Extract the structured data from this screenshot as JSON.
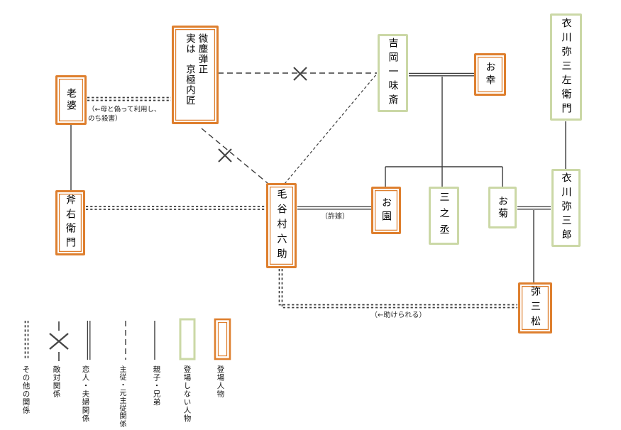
{
  "diagram": {
    "nodes": [
      {
        "id": "rouba",
        "label": "老婆",
        "type": "登場人物"
      },
      {
        "id": "kyogoku-naiki",
        "label": "微塵弾正",
        "sublabel": "実は　京極内匠",
        "type": "登場人物"
      },
      {
        "id": "yoshioka-ichimisai",
        "label": "吉岡一味斎",
        "type": "登場しない人物"
      },
      {
        "id": "okou",
        "label": "お幸",
        "type": "登場人物"
      },
      {
        "id": "kinugawa-yasozaemon",
        "label": "衣川弥三左衛門",
        "type": "登場しない人物"
      },
      {
        "id": "onoemon",
        "label": "斧右衛門",
        "type": "登場人物"
      },
      {
        "id": "keyamura-rokusuke",
        "label": "毛谷村六助",
        "type": "登場人物"
      },
      {
        "id": "osono",
        "label": "お園",
        "type": "登場人物"
      },
      {
        "id": "sannojo",
        "label": "三之丞",
        "type": "登場しない人物"
      },
      {
        "id": "okiku",
        "label": "お菊",
        "type": "登場しない人物"
      },
      {
        "id": "kinugawa-yasaburo",
        "label": "衣川弥三郎",
        "type": "登場しない人物"
      },
      {
        "id": "yasomatsu",
        "label": "弥三松",
        "type": "登場人物"
      }
    ],
    "annotations": {
      "mother_note_line1": "（←母と偽って利用し、",
      "mother_note_line2": "のち殺害）",
      "fiancee_note": "（許嫁）",
      "helped_note": "（←助けられる）"
    },
    "legend": [
      {
        "symbol": "double-dotted-line",
        "label": "その他の関係"
      },
      {
        "symbol": "line-with-x",
        "label": "敵対関係"
      },
      {
        "symbol": "double-line",
        "label": "恋人・夫婦関係"
      },
      {
        "symbol": "dashed-line",
        "label": "主従・元主従関係"
      },
      {
        "symbol": "solid-line",
        "label": "親子・兄弟"
      },
      {
        "symbol": "green-box",
        "label": "登場しない人物"
      },
      {
        "symbol": "orange-box",
        "label": "登場人物"
      }
    ],
    "colors": {
      "appearing_border": "#DE7F2E",
      "non_appearing_border": "#CBD8A6",
      "line": "#3B3B3B"
    }
  }
}
